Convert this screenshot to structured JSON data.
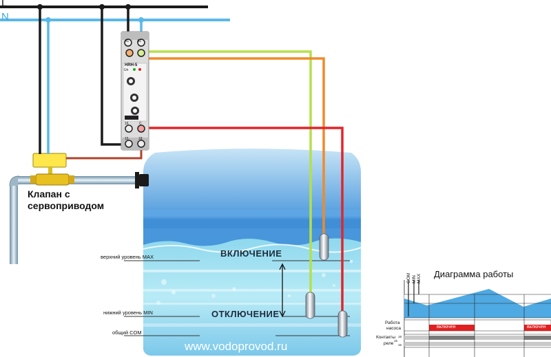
{
  "wires": {
    "line_l": "L",
    "line_n": "N"
  },
  "relay": {
    "terminal_top_left": "A1",
    "terminal_top_right": "A2",
    "model": "HRH-5",
    "indicator_un": "Un",
    "terminal_16": "16",
    "terminal_c": "C",
    "terminal_15": "15",
    "terminal_18": "18"
  },
  "valve_label": "Клапан с сервоприводом",
  "tank": {
    "level_max": "верхний уровень MAX",
    "level_min": "нижний уровень MIN",
    "level_com": "общий COM",
    "state_on": "ВКЛЮЧЕНИЕ",
    "state_off": "ОТКЛЮЧЕНИЕ",
    "website": "www.vodoprovod.ru"
  },
  "diagram": {
    "title": "Диаграмма работы",
    "axis_labels": [
      "COM",
      "MIN",
      "MAX"
    ],
    "row_pump": "Работа насоса",
    "row_pump_line1": "Работа",
    "row_pump_line2": "насоса",
    "row_contacts_line1": "Контакты",
    "row_contacts_line2": "реле",
    "contact_labels": [
      "18",
      "15",
      "16"
    ],
    "on_label": "включен"
  },
  "colors": {
    "wire_black": "#1a1a1a",
    "wire_blue": "#5ab8e8",
    "wire_yellow_green": "#b5e04a",
    "wire_orange": "#f08a2a",
    "wire_red": "#e0262a",
    "wire_brown": "#b0422a",
    "tank_blue": "#3d8fd8",
    "water_light": "#aee4f2",
    "pump_on": "#e02020"
  }
}
